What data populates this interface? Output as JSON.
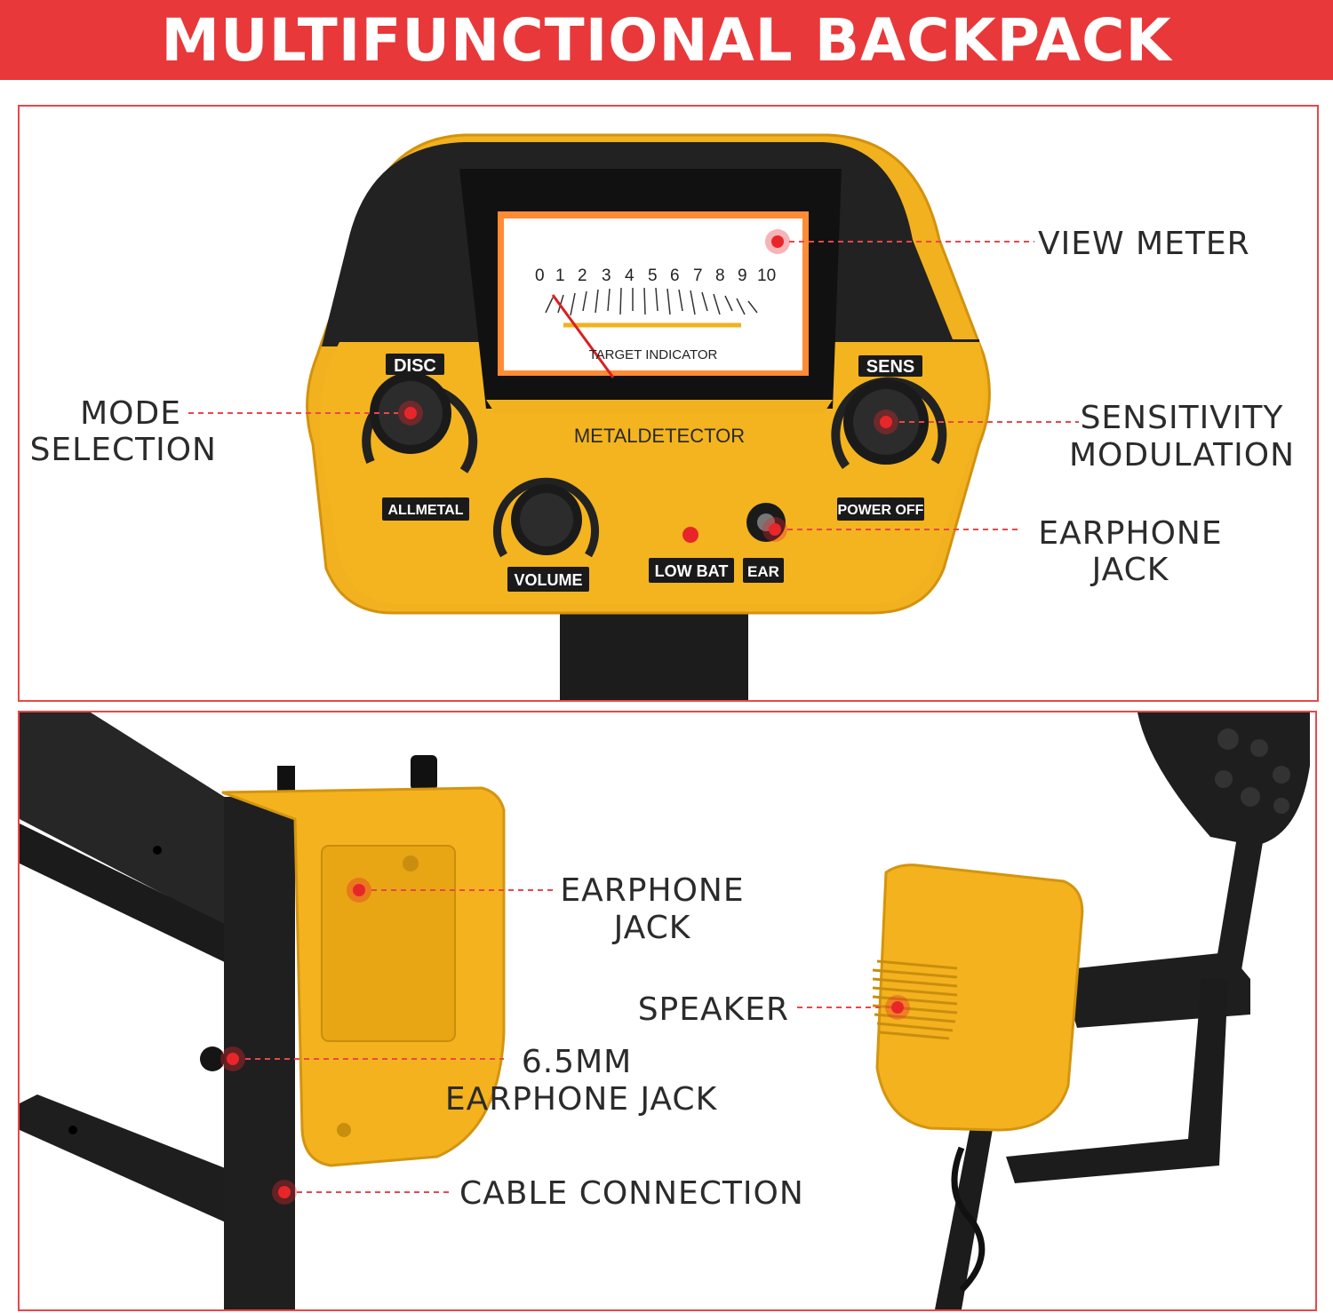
{
  "banner": {
    "title": "MULTIFUNCTIONAL BACKPACK"
  },
  "control_box": {
    "meter": {
      "scale": [
        "0",
        "1",
        "2",
        "3",
        "4",
        "5",
        "6",
        "7",
        "8",
        "9",
        "10"
      ],
      "caption": "TARGET INDICATOR"
    },
    "brand": "METALDETECTOR",
    "knob_labels": {
      "disc": "DISC",
      "sens": "SENS",
      "allmetal": "ALLMETAL",
      "power_off": "POWER OFF",
      "volume": "VOLUME",
      "low_bat": "LOW BAT",
      "ear": "EAR"
    }
  },
  "callouts_top": {
    "view_meter": "VIEW METER",
    "mode_selection": [
      "MODE",
      "SELECTION"
    ],
    "sensitivity_modulation": [
      "SENSITIVITY",
      "MODULATION"
    ],
    "earphone_jack": [
      "EARPHONE",
      "JACK"
    ]
  },
  "callouts_bottom": {
    "earphone_jack": [
      "EARPHONE",
      "JACK"
    ],
    "speaker": "SPEAKER",
    "jack_65mm": [
      "6.5MM",
      "EARPHONE JACK"
    ],
    "cable_connection": "CABLE CONNECTION"
  },
  "colors": {
    "banner": "#e8383a",
    "body_yellow": "#f2b11e",
    "callout_red": "#e8262a"
  }
}
